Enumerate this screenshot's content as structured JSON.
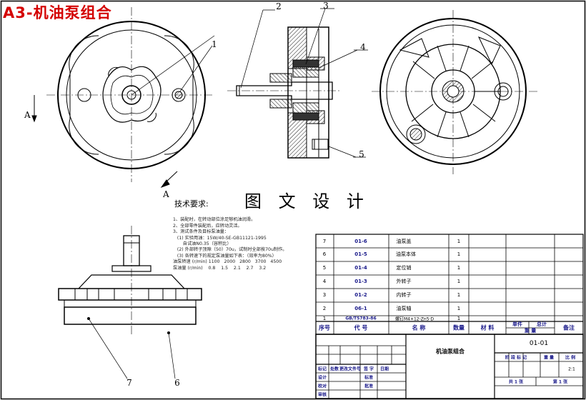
{
  "title": "A3-机油泵组合",
  "requirements": {
    "heading": "技术要求:",
    "watermark": "图 文 设 计",
    "lines": [
      "1、装配时，在转动部位涂足够机油润滑。",
      "2、全部零件装配后，应转动灵活。",
      "3、测试条件及目标泵油量：",
      "   (1) 实验用油：15W/40-SE-GB11121-1995",
      "       自试油N0.35（容积比）",
      "   (2) 外部转子顶隙（50）70u，试制时全部按70u制作。",
      "   (3) 各转速下的规定泵油量如下表：（效率为80%）",
      "油泵转速 (r/min) 1100   2000   2800   3700   4500",
      "泵油量 (r/min)    0.8    1.5    2.1    2.7    3.2"
    ]
  },
  "labels": {
    "section_a_left": "A",
    "section_a_bottom": "A",
    "callouts": [
      "1",
      "2",
      "3",
      "4",
      "5",
      "6",
      "7"
    ]
  },
  "parts_list": {
    "rows": [
      {
        "seq": "7",
        "code": "01-6",
        "name": "油泵盖",
        "qty": "1"
      },
      {
        "seq": "6",
        "code": "01-5",
        "name": "油泵本体",
        "qty": "1"
      },
      {
        "seq": "5",
        "code": "01-4",
        "name": "定位销",
        "qty": "1"
      },
      {
        "seq": "4",
        "code": "01-3",
        "name": "外转子",
        "qty": "1"
      },
      {
        "seq": "3",
        "code": "01-2",
        "name": "内转子",
        "qty": "1"
      },
      {
        "seq": "2",
        "code": "06-1",
        "name": "油泵轴",
        "qty": "1"
      },
      {
        "seq": "1",
        "code": "GB/T5783-86",
        "name": "螺钉M4×12-Zn5·D",
        "qty": "1"
      }
    ],
    "header": {
      "seq": "序号",
      "code": "代 号",
      "name": "名 称",
      "qty": "数量",
      "material": "材 料",
      "unit_weight": "单件",
      "total_weight": "总计",
      "weight": "重 量",
      "remarks": "备注"
    }
  },
  "title_block": {
    "drawing_name": "机油泵组合",
    "drawing_number": "01-01",
    "stage_mark": "阶 段 标 记",
    "weight": "重 量",
    "scale_label": "比 例",
    "scale": "2:1",
    "sheet_total": "共 1 张",
    "sheet_no": "第 1 张",
    "mark": "标记",
    "count": "处数",
    "change_no": "更改文件号",
    "sign": "签 字",
    "date": "日期",
    "designer": "设计",
    "checker": "校对",
    "reviewer": "审核",
    "standard": "标准",
    "approve": "批准"
  },
  "colors": {
    "title": "#d40000",
    "table_text": "#1a1a8a",
    "stamp": "#b00000",
    "line": "#000000"
  }
}
